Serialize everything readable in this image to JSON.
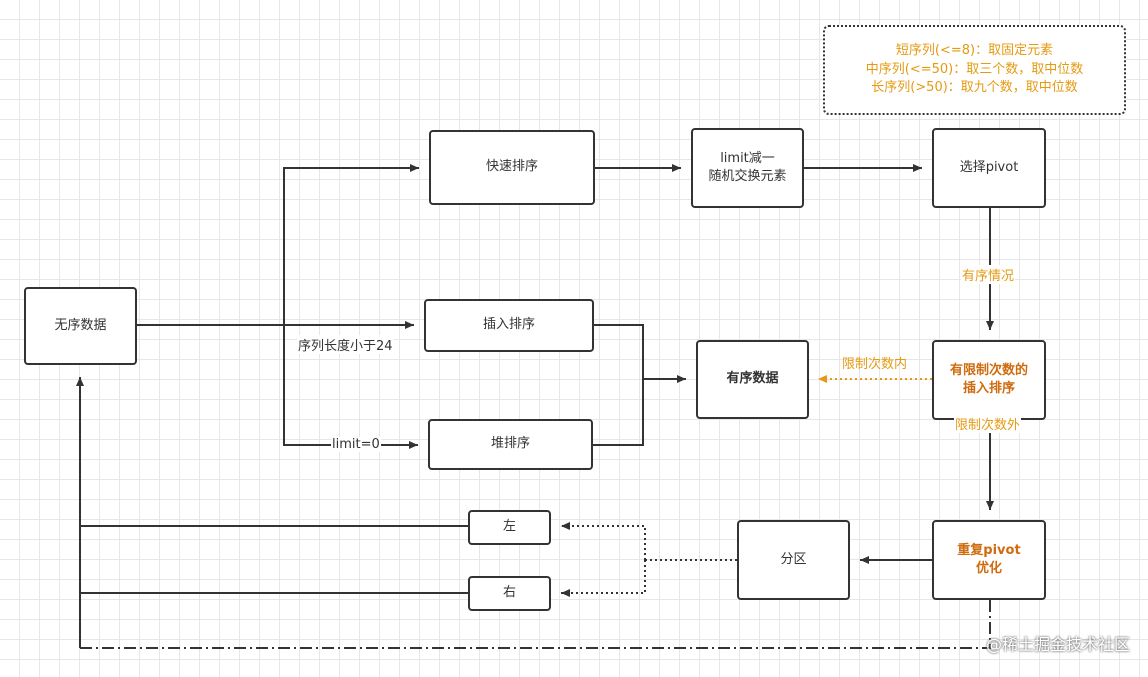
{
  "nodes": {
    "unsorted_data": "无序数据",
    "quick_sort": "快速排序",
    "limit_random": [
      "limit减一",
      "随机交换元素"
    ],
    "select_pivot": "选择pivot",
    "insertion_sort": "插入排序",
    "sorted_data": "有序数据",
    "heap_sort": "堆排序",
    "limited_insertion": [
      "有限制次数的",
      "插入排序"
    ],
    "repeated_pivot": [
      "重复pivot",
      "优化"
    ],
    "partition": "分区",
    "left": "左",
    "right": "右"
  },
  "edge_labels": {
    "length_lt_24": "序列长度小于24",
    "limit_zero": "limit=0",
    "ordered_case": "有序情况",
    "within_limit": "限制次数内",
    "beyond_limit": "限制次数外"
  },
  "note": [
    "短序列(<=8)：取固定元素",
    "中序列(<=50)：取三个数，取中位数",
    "长序列(>50)：取九个数，取中位数"
  ],
  "watermark": "@稀土掘金技术社区",
  "colors": {
    "stroke": "#333333",
    "accent": "#e59a12",
    "accent_dark": "#d06b0e",
    "grid": "#e7e7e7"
  }
}
